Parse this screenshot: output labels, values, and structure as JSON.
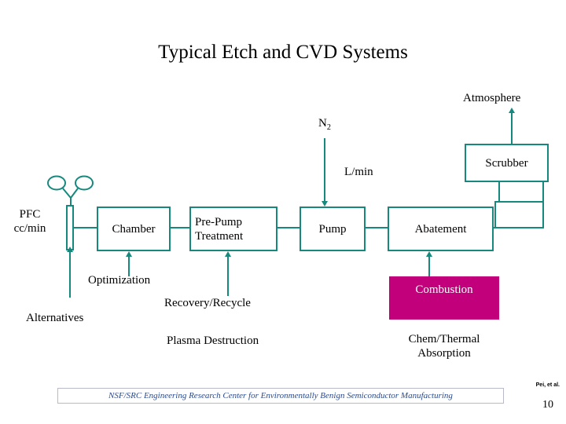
{
  "slide": {
    "title": "Typical Etch and CVD Systems",
    "background_color": "#ffffff",
    "accent_color": "#17887e",
    "highlight_color": "#c2007b",
    "footer_text_color": "#2b4a8b"
  },
  "inputs": {
    "pfc_line1": "PFC",
    "pfc_line2": "cc/min",
    "n2_label": "N",
    "n2_subscript": "2",
    "n2_units": "L/min"
  },
  "process_boxes": [
    {
      "id": "chamber",
      "label": "Chamber"
    },
    {
      "id": "pre-pump",
      "label_line1": "Pre-Pump",
      "label_line2": "Treatment"
    },
    {
      "id": "pump",
      "label": "Pump"
    },
    {
      "id": "abatement",
      "label": "Abatement"
    },
    {
      "id": "scrubber",
      "label": "Scrubber"
    }
  ],
  "outputs": {
    "atmosphere": "Atmosphere"
  },
  "annotations": [
    {
      "id": "optimization",
      "label": "Optimization"
    },
    {
      "id": "alternatives",
      "label": "Alternatives"
    },
    {
      "id": "recovery-recycle",
      "label": "Recovery/Recycle"
    },
    {
      "id": "plasma-destruction",
      "label": "Plasma Destruction"
    },
    {
      "id": "combustion",
      "label": "Combustion"
    },
    {
      "id": "chem-thermal",
      "label_line1": "Chem/Thermal",
      "label_line2": "Absorption"
    }
  ],
  "footer": {
    "banner": "NSF/SRC Engineering Research Center for Environmentally Benign Semiconductor Manufacturing",
    "credit": "Pei, et al.",
    "page_number": "10"
  }
}
